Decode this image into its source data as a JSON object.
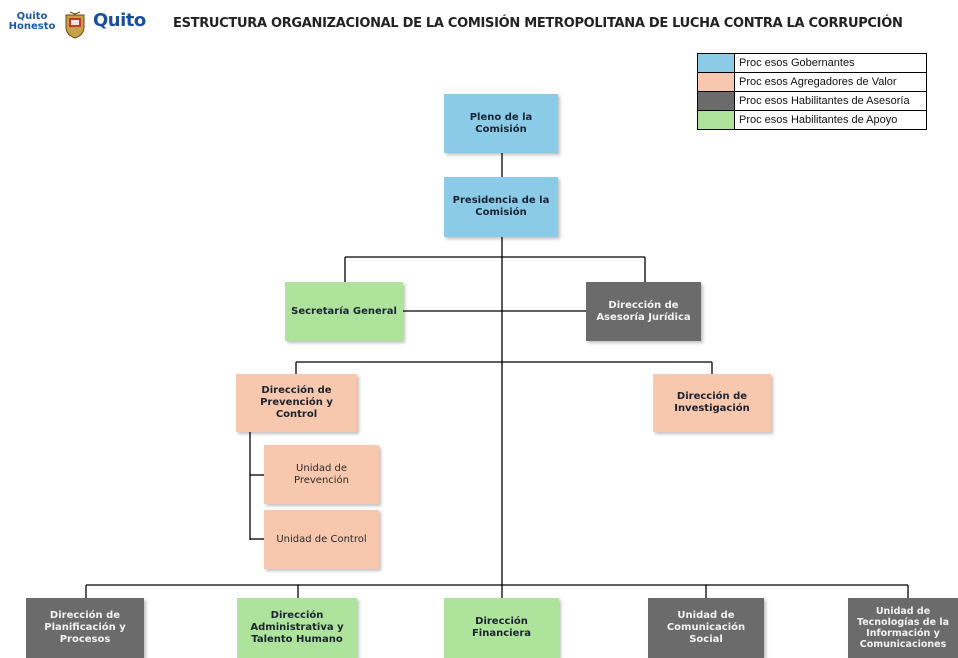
{
  "header": {
    "logo_honesto_line1": "Quito",
    "logo_honesto_line2": "Honesto",
    "logo_quito": "Quito",
    "title": "ESTRUCTURA ORGANIZACIONAL DE LA COMISIÓN METROPOLITANA DE LUCHA CONTRA LA CORRUPCIÓN"
  },
  "colors": {
    "gobernantes": "#8ccbe7",
    "agregadores": "#f7c8ae",
    "asesoria": "#6b6b6b",
    "apoyo": "#aee39c",
    "line": "#000000"
  },
  "legend": [
    {
      "label": "Proc esos Gobernantes",
      "color": "#8ccbe7"
    },
    {
      "label": "Proc esos Agregadores de Valor",
      "color": "#f7c8ae"
    },
    {
      "label": "Proc esos Habilitantes de Asesoría",
      "color": "#6b6b6b"
    },
    {
      "label": "Proc esos Habilitantes de Apoyo",
      "color": "#aee39c"
    }
  ],
  "nodes": {
    "pleno": "Pleno de la Comisión",
    "presidencia": "Presidencia de la Comisión",
    "secretaria": "Secretaría General",
    "asesoria_juridica": "Dirección de Asesoría Jurídica",
    "prevencion_control": "Dirección de Prevención y Control",
    "investigacion": "Dirección de Investigación",
    "unidad_prevencion": "Unidad de Prevención",
    "unidad_control": "Unidad de Control",
    "planificacion": "Dirección de Planificación y Procesos",
    "administrativa": "Dirección Administrativa y Talento Humano",
    "financiera": "Dirección Financiera",
    "comunicacion": "Unidad de Comunicación Social",
    "tecnologias": "Unidad de Tecnologías de la Información y Comunicaciones"
  }
}
